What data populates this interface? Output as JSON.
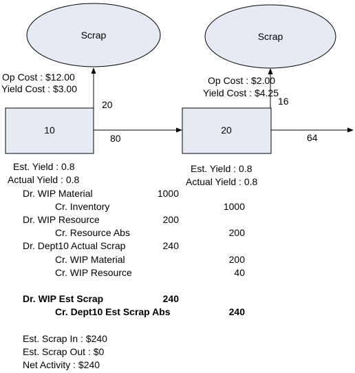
{
  "nodes": {
    "scrap_left": {
      "label": "Scrap"
    },
    "scrap_right": {
      "label": "Scrap"
    },
    "dept_10": {
      "label": "10"
    },
    "dept_20": {
      "label": "20"
    }
  },
  "flows": {
    "left_to_scrap": "20",
    "dept10_to_dept20": "80",
    "right_to_scrap": "16",
    "dept20_out": "64"
  },
  "costs": {
    "left": {
      "op_cost": "Op Cost : $12.00",
      "yield_cost": "Yield Cost : $3.00"
    },
    "right": {
      "op_cost": "Op Cost : $2.00",
      "yield_cost": "Yield Cost : $4.25"
    }
  },
  "yields": {
    "left": {
      "est": "Est. Yield : 0.8",
      "actual": "Actual Yield : 0.8"
    },
    "right": {
      "est": "Est. Yield : 0.8",
      "actual": "Actual Yield : 0.8"
    }
  },
  "journal": [
    {
      "label": "Dr. WIP Material",
      "debit": "1000",
      "credit": ""
    },
    {
      "label": "Cr. Inventory",
      "debit": "",
      "credit": "1000"
    },
    {
      "label": "Dr. WIP Resource",
      "debit": "200",
      "credit": ""
    },
    {
      "label": "Cr. Resource Abs",
      "debit": "",
      "credit": "200"
    },
    {
      "label": "Dr. Dept10 Actual Scrap",
      "debit": "240",
      "credit": ""
    },
    {
      "label": "Cr. WIP Material",
      "debit": "",
      "credit": "200"
    },
    {
      "label": "Cr. WIP Resource",
      "debit": "",
      "credit": "40"
    }
  ],
  "journal_bold": [
    {
      "label": "Dr. WIP Est Scrap",
      "debit": "240",
      "credit": ""
    },
    {
      "label": "Cr. Dept10 Est Scrap Abs",
      "debit": "",
      "credit": "240"
    }
  ],
  "summary": {
    "scrap_in": "Est. Scrap In : $240",
    "scrap_out": "Est. Scrap Out : $0",
    "net_activity": "Net Activity : $240"
  },
  "colors": {
    "shape_fill": "#e6eaf7",
    "stroke": "#000000"
  }
}
